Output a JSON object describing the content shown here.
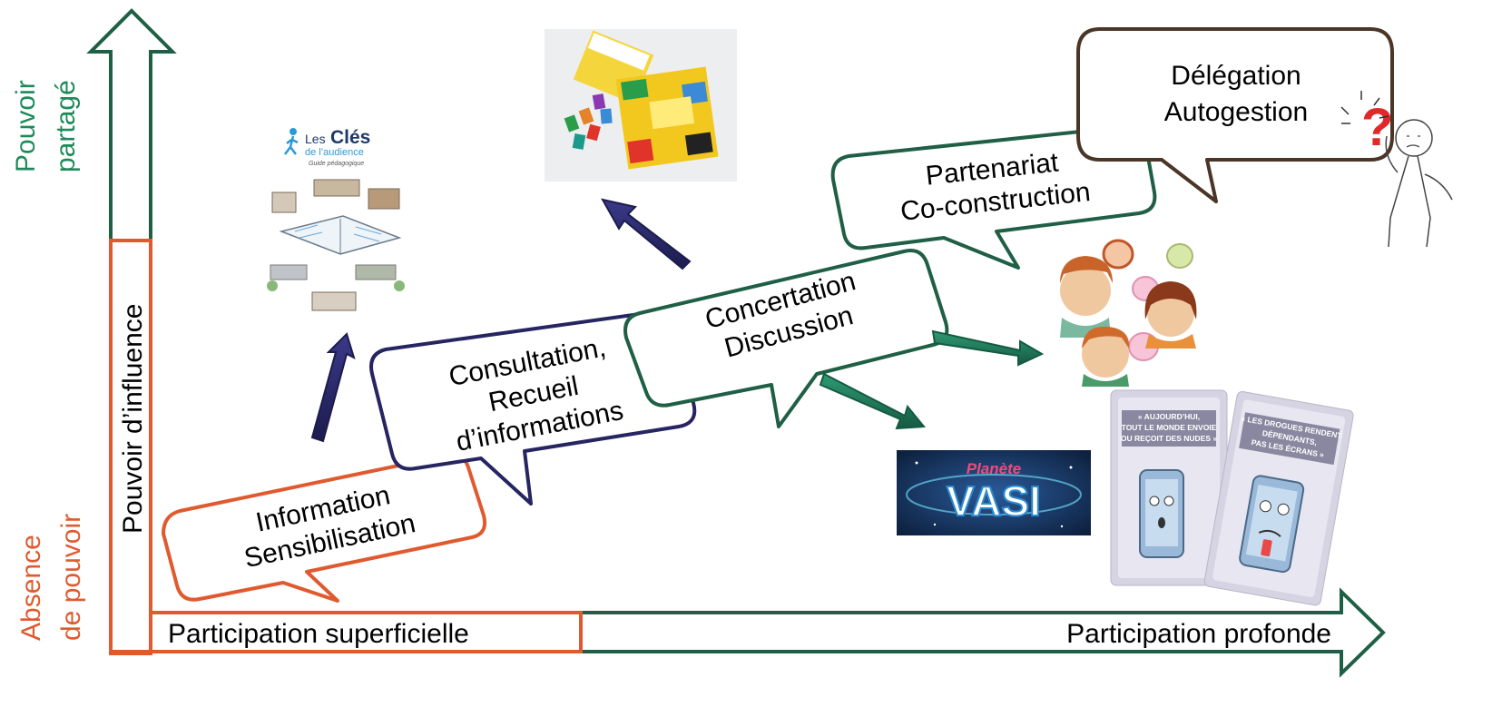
{
  "colors": {
    "orange": "#e05a2f",
    "navy": "#262562",
    "green": "#1f5f45",
    "brown": "#4a3526",
    "teal_arrow": "#1d7a5c"
  },
  "left_axis": {
    "top_label_line1": "Pouvoir",
    "top_label_line2": "partagé",
    "bottom_label_line1": "Absence",
    "bottom_label_line2": "de pouvoir",
    "inner_label": "Pouvoir d’influence"
  },
  "bottom_axis": {
    "left_label": "Participation superficielle",
    "right_label": "Participation profonde"
  },
  "bubbles": {
    "information": [
      "Information",
      "Sensibilisation"
    ],
    "consultation": [
      "Consultation,",
      "Recueil",
      "d’informations"
    ],
    "concertation": [
      "Concertation",
      "Discussion"
    ],
    "partenariat": [
      "Partenariat",
      "Co-construction"
    ],
    "delegation": [
      "Délégation",
      "Autogestion"
    ]
  },
  "images": {
    "cles": {
      "line1": "Les",
      "line2": "Clés",
      "line3": "de l’audience",
      "line4": "Guide pédagogique",
      "icon": "walking-person-icon"
    },
    "game": {
      "icon": "board-game-icon"
    },
    "vasi": {
      "line1": "Planète",
      "line2": "VASI",
      "icon": "space-logo-icon"
    },
    "cards": {
      "card1": [
        "« AUJOURD’HUI,",
        "TOUT LE MONDE ENVOIE",
        "OU REÇOIT DES NUDES »"
      ],
      "card2": [
        "« LES DROGUES RENDENT",
        "DÉPENDANTS,",
        "PAS LES ÉCRANS »"
      ],
      "icon": "smartphone-character-icon"
    },
    "people": {
      "icon": "talking-people-icon"
    },
    "confused": {
      "icon": "confused-person-icon"
    }
  }
}
